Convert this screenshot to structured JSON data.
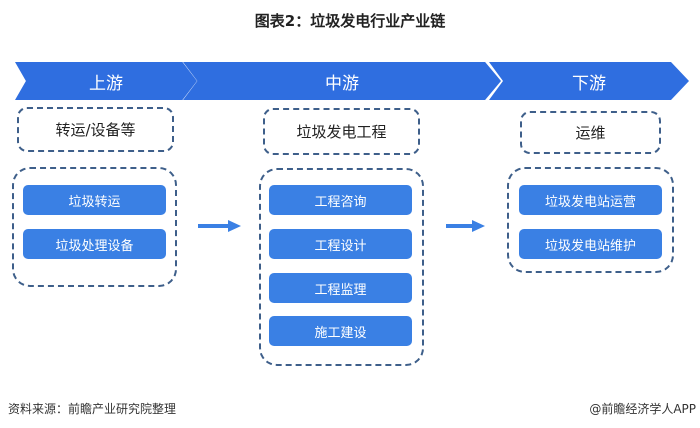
{
  "title": "图表2：垃圾发电行业产业链",
  "stages": [
    {
      "name": "上游",
      "label": "转运/设备等",
      "items": [
        "垃圾转运",
        "垃圾处理设备"
      ]
    },
    {
      "name": "中游",
      "label": "垃圾发电工程",
      "items": [
        "工程咨询",
        "工程设计",
        "工程监理",
        "施工建设"
      ]
    },
    {
      "name": "下游",
      "label": "运维",
      "items": [
        "垃圾发电站运营",
        "垃圾发电站维护"
      ]
    }
  ],
  "footer": {
    "source": "资料来源：前瞻产业研究院整理",
    "credit": "@前瞻经济学人APP"
  },
  "colors": {
    "banner": "#2f6ee0",
    "box": "#3a80e4",
    "dash": "#3e5f8a"
  }
}
